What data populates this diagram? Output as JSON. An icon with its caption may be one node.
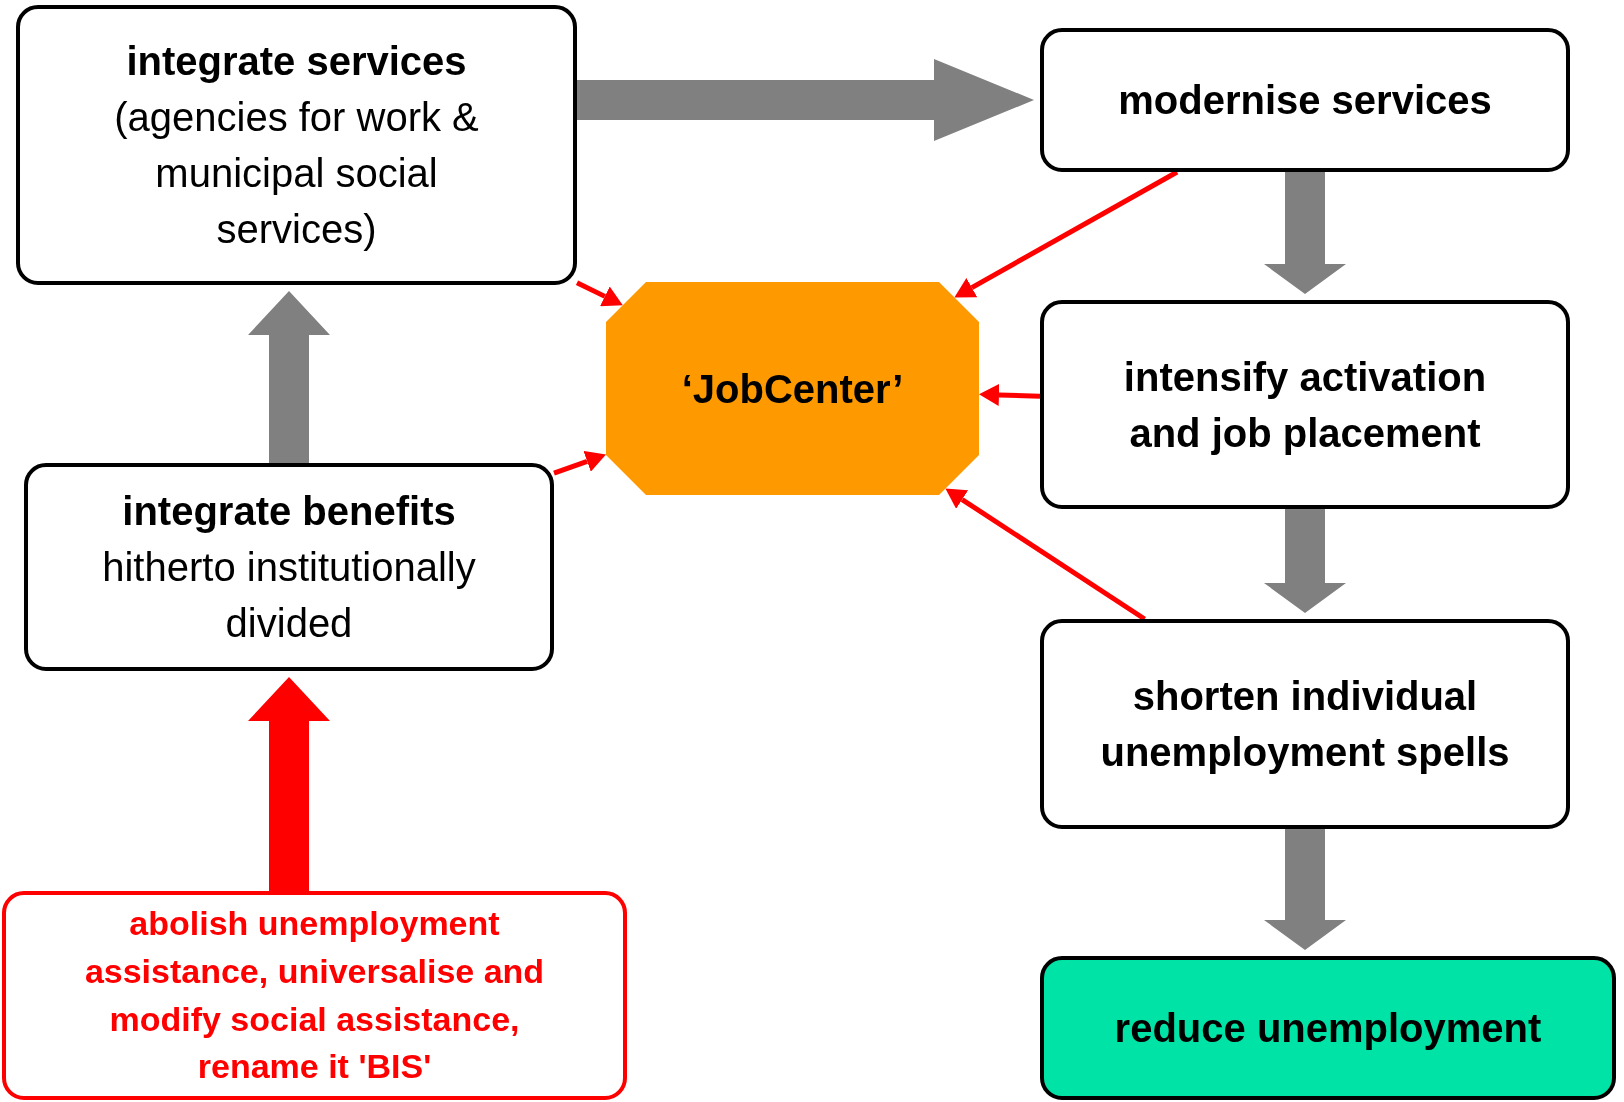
{
  "diagram": {
    "nodes": [
      {
        "text": [
          "integrate services",
          "(agencies for work & municipal social services)"
        ]
      },
      {
        "text": [
          "modernise services"
        ]
      },
      {
        "text": [
          "‘JobCenter’"
        ]
      },
      {
        "text": [
          "intensify activation and job placement"
        ]
      },
      {
        "text": [
          "integrate benefits",
          "hitherto institutionally divided"
        ]
      },
      {
        "text": [
          "shorten individual unemployment spells"
        ]
      },
      {
        "text": [
          "abolish unemployment assistance, universalise and modify social assistance, rename it 'BIS'"
        ]
      },
      {
        "text": [
          "reduce unemployment"
        ]
      }
    ],
    "edges": [
      {
        "from": 0,
        "to": 1,
        "arrow": "to",
        "style": "thick",
        "color": "#808080"
      },
      {
        "from": 1,
        "to": 3,
        "arrow": "to",
        "style": "thick",
        "color": "#808080"
      },
      {
        "from": 3,
        "to": 5,
        "arrow": "to",
        "style": "thick",
        "color": "#808080"
      },
      {
        "from": 5,
        "to": 7,
        "arrow": "to",
        "style": "thick",
        "color": "#808080"
      },
      {
        "from": 4,
        "to": 0,
        "arrow": "to",
        "style": "thick",
        "color": "#808080"
      },
      {
        "from": 6,
        "to": 4,
        "arrow": "to",
        "style": "thick",
        "color": "#ff0000"
      },
      {
        "from": 0,
        "to": 2,
        "arrow": "to",
        "color": "#ff0000"
      },
      {
        "from": 1,
        "to": 2,
        "arrow": "to",
        "color": "#ff0000"
      },
      {
        "from": 3,
        "to": 2,
        "arrow": "to",
        "color": "#ff0000"
      },
      {
        "from": 5,
        "to": 2,
        "arrow": "to",
        "color": "#ff0000"
      },
      {
        "from": 4,
        "to": 2,
        "arrow": "to",
        "color": "#ff0000"
      }
    ]
  }
}
